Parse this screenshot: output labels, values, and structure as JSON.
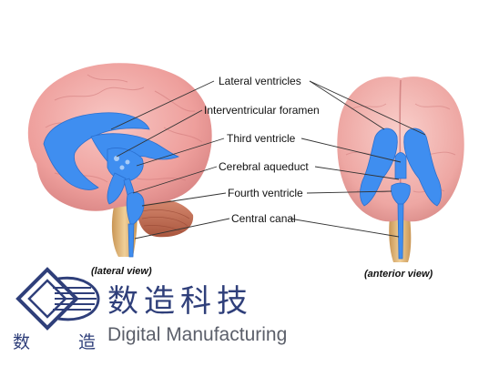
{
  "diagram": {
    "labels": [
      "Lateral ventricles",
      "Interventricular foramen",
      "Third ventricle",
      "Cerebral aqueduct",
      "Fourth ventricle",
      "Central canal"
    ],
    "views": {
      "lateral": "(lateral view)",
      "anterior": "(anterior view)"
    }
  },
  "watermark": {
    "chinese_title": "数造科技",
    "english_title": "Digital Manufacturing",
    "logo_left_char": "数",
    "logo_right_char": "造"
  },
  "colors": {
    "brain": "#f1a3a3",
    "ventricles": "#3f8ef0",
    "cerebellum": "#c9775e",
    "brainstem": "#e3b77e",
    "logo": "#2f3f7a"
  }
}
